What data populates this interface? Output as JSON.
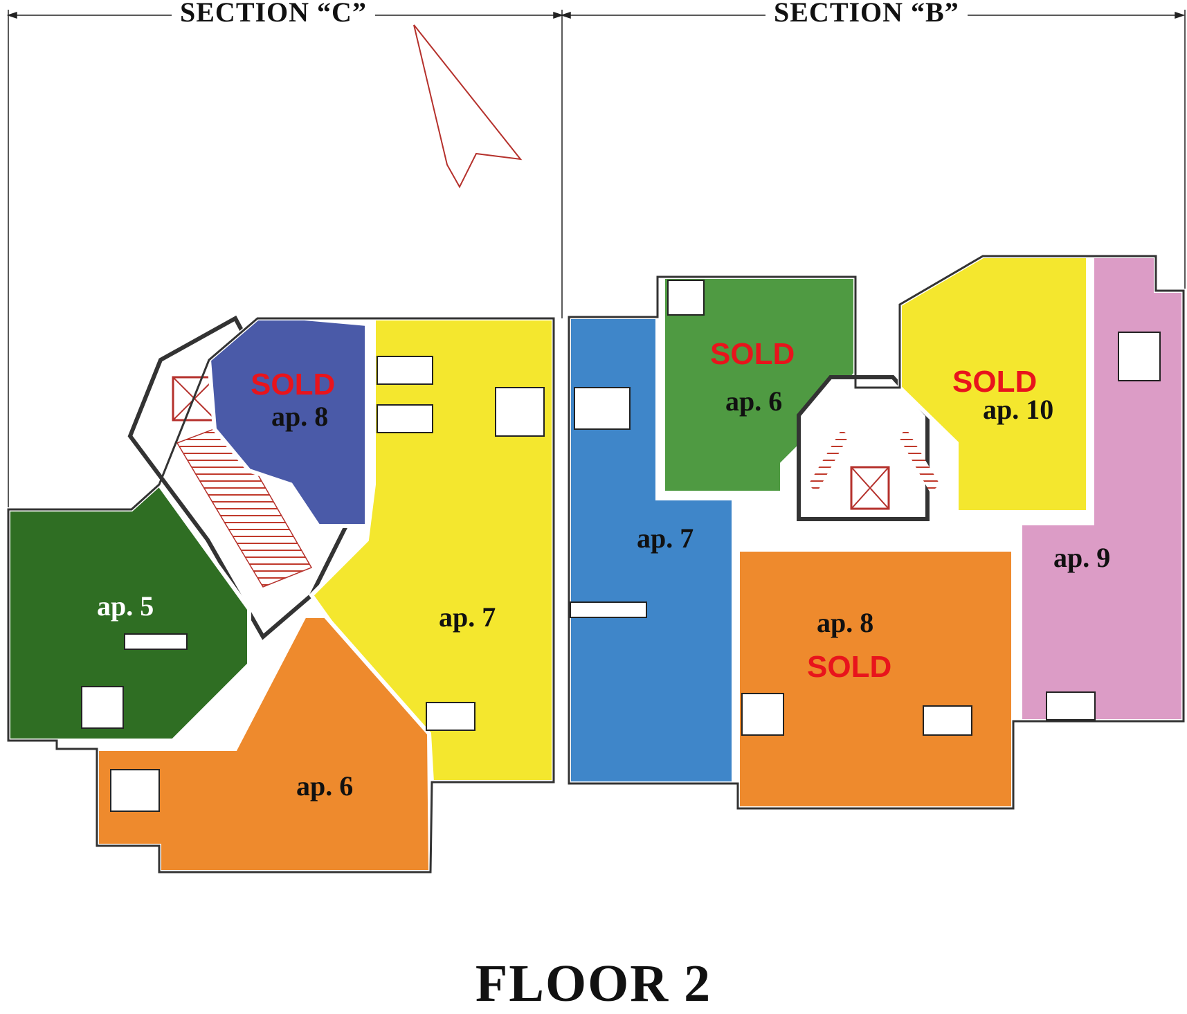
{
  "sections": [
    {
      "label": "SECTION “C”"
    },
    {
      "label": "SECTION “B”"
    }
  ],
  "apartments": [
    {
      "label": "ap. 8",
      "status": "SOLD",
      "section": "C"
    },
    {
      "label": "ap. 5",
      "status": "",
      "section": "C"
    },
    {
      "label": "ap. 7",
      "status": "",
      "section": "C"
    },
    {
      "label": "ap. 6",
      "status": "",
      "section": "C"
    },
    {
      "label": "ap. 6",
      "status": "SOLD",
      "section": "B"
    },
    {
      "label": "ap. 10",
      "status": "SOLD",
      "section": "B"
    },
    {
      "label": "ap. 7",
      "status": "",
      "section": "B"
    },
    {
      "label": "ap. 8",
      "status": "SOLD",
      "section": "B"
    },
    {
      "label": "ap. 9",
      "status": "",
      "section": "B"
    }
  ],
  "floor_title": "FLOOR 2",
  "colors": {
    "blue": "#4a5aa8",
    "dark_green": "#2f6e23",
    "yellow": "#f4e72e",
    "orange": "#ee8a2d",
    "azure": "#3f86c9",
    "green": "#4f9a42",
    "pink": "#dc9cc6",
    "wall": "#ffffff",
    "sold_text": "#e8141c",
    "north_arrow": "#b5312c"
  }
}
